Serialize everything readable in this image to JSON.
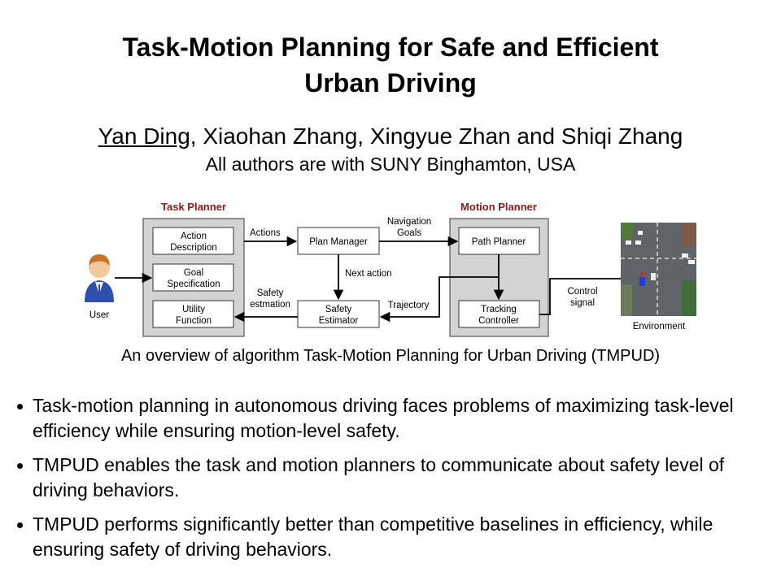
{
  "title": {
    "line1": "Task-Motion Planning for Safe and Efficient",
    "line2": "Urban Driving"
  },
  "authors": {
    "first_author": "Yan Ding",
    "rest": ", Xiaohan Zhang, Xingyue Zhan and Shiqi Zhang",
    "affiliation": "All authors are with SUNY Binghamton, USA"
  },
  "diagram": {
    "task_planner_label": "Task Planner",
    "motion_planner_label": "Motion Planner",
    "box_action_1": "Action",
    "box_action_2": "Description",
    "box_goal_1": "Goal",
    "box_goal_2": "Specification",
    "box_utility_1": "Utility",
    "box_utility_2": "Function",
    "box_plan_manager": "Plan Manager",
    "box_safety_1": "Safety",
    "box_safety_2": "Estimator",
    "box_path_planner": "Path Planner",
    "box_tracking_1": "Tracking",
    "box_tracking_2": "Controller",
    "label_actions": "Actions",
    "label_nav_1": "Navigation",
    "label_nav_2": "Goals",
    "label_next_action": "Next action",
    "label_safety_1": "Safety",
    "label_safety_2": "estmation",
    "label_trajectory": "Trajectory",
    "label_control_1": "Control",
    "label_control_2": "signal",
    "label_user": "User",
    "label_environment": "Environment",
    "colors": {
      "planner_title": "#8b1a1a",
      "panel_fill": "#d3d3d3",
      "user_shirt": "#2f4fb0",
      "user_skin": "#f3c89a",
      "user_hair": "#c8752a"
    }
  },
  "caption": "An overview  of algorithm Task-Motion Planning for Urban Driving (TMPUD)",
  "bullets": [
    "Task-motion planning in autonomous driving faces problems of maximizing task-level efficiency while ensuring motion-level safety.",
    "TMPUD enables the task and motion planners to communicate about safety level of driving behaviors.",
    "TMPUD performs significantly better than competitive baselines in efficiency, while ensuring safety of driving behaviors."
  ]
}
